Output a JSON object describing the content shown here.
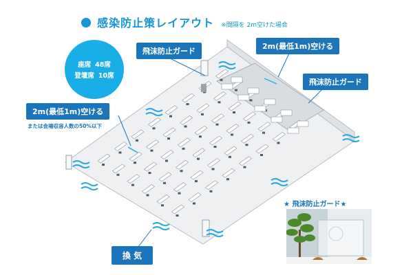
{
  "header": {
    "title": "感染防止策レイアウト",
    "subtitle": "※間隔を 2m空けた場合"
  },
  "seats": {
    "seat_label": "座席",
    "seat_count": "48席",
    "stage_label": "登壇席",
    "stage_count": "10席"
  },
  "callouts": {
    "guard_left": "飛沫防止ガード",
    "guard_right": "飛沫防止ガード",
    "spacing_top": "2m(最低1m)空ける",
    "spacing_left": "2m(最低1m)空ける",
    "capacity_note": "または会場収容人数の50%以下",
    "ventilation": "換 気"
  },
  "photo": {
    "caption": "★ 飛沫防止ガード★"
  },
  "colors": {
    "accent": "#1796d4",
    "label_bg": "#1b75bb",
    "stats_bg": "#1aaee8"
  }
}
